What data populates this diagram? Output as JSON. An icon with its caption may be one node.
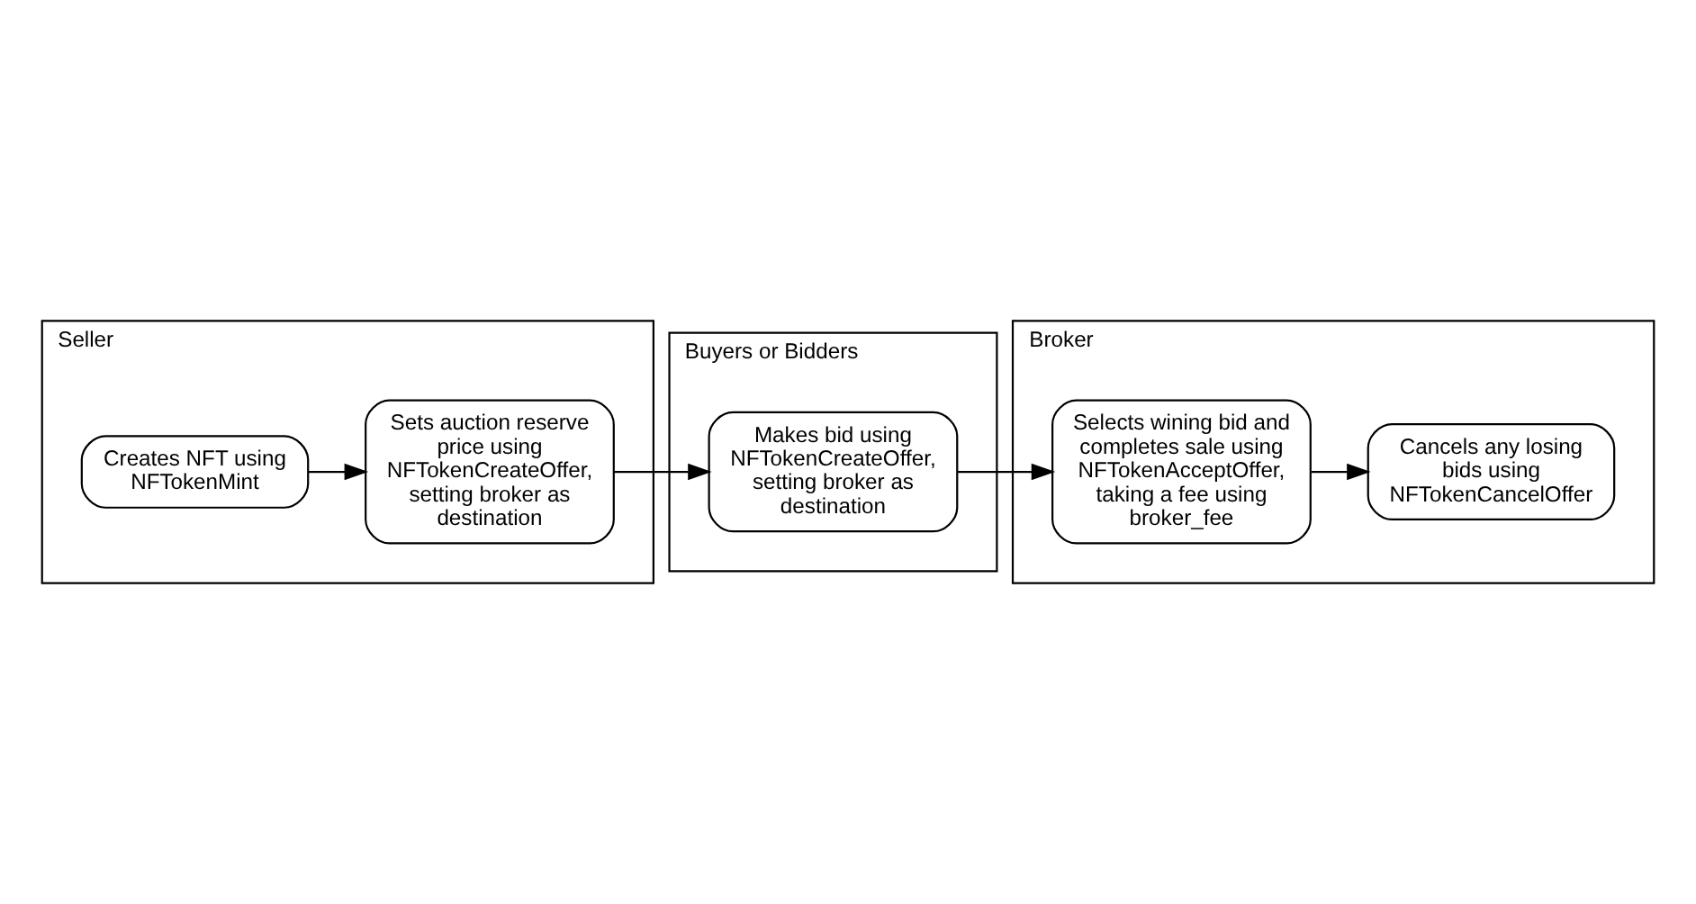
{
  "diagram": {
    "nodes": [
      {
        "text": [
          "Seller"
        ]
      },
      {
        "text": [
          "Creates NFT using NFTokenMint"
        ],
        "in": 0
      },
      {
        "text": [
          "Sets auction reserve price using NFTokenCreateOffer, setting broker as destination"
        ],
        "in": 0
      },
      {
        "text": [
          "Buyers or Bidders"
        ]
      },
      {
        "text": [
          "Makes bid using NFTokenCreateOffer, setting broker as destination"
        ],
        "in": 3
      },
      {
        "text": [
          "Broker"
        ]
      },
      {
        "text": [
          "Selects wining bid and completes sale using NFTokenAcceptOffer, taking a fee using broker_fee"
        ],
        "in": 5
      },
      {
        "text": [
          "Cancels any losing bids using NFTokenCancelOffer"
        ],
        "in": 5
      }
    ],
    "edges": [
      {
        "from": 1,
        "to": 2,
        "arrow": "to"
      },
      {
        "from": 2,
        "to": 4,
        "arrow": "to"
      },
      {
        "from": 4,
        "to": 6,
        "arrow": "to"
      },
      {
        "from": 6,
        "to": 7,
        "arrow": "to"
      }
    ]
  }
}
